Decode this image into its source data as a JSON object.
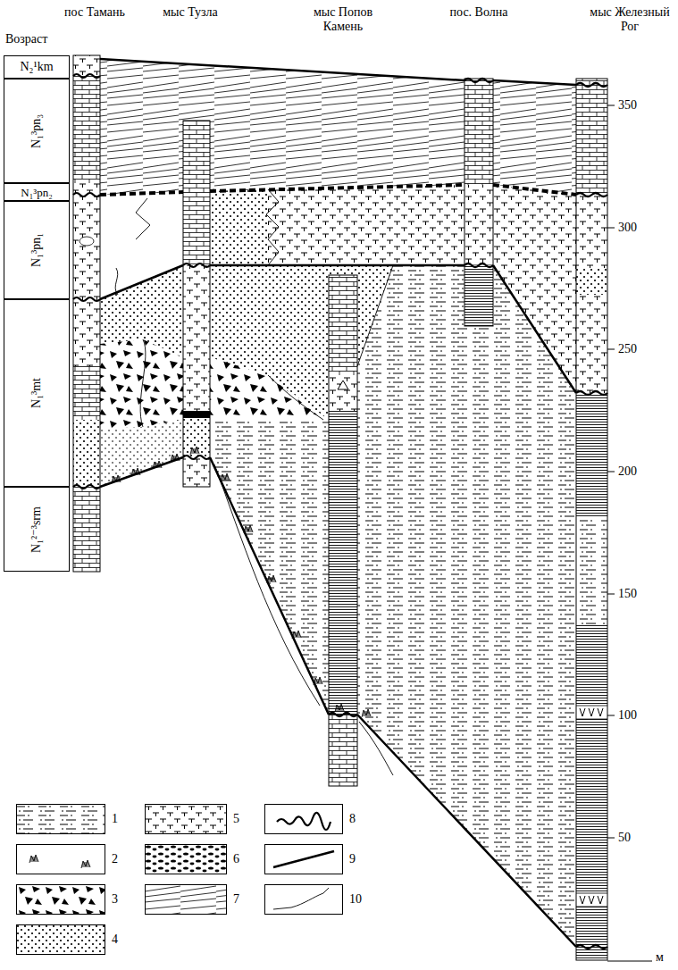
{
  "diagram": {
    "nodes": [
      {
        "text": [
          "N₂¹km"
        ]
      },
      {
        "text": [
          "N₁³pn₃"
        ]
      },
      {
        "text": [
          "N₁³pn₂"
        ]
      },
      {
        "text": [
          "N₁³pn₁"
        ]
      },
      {
        "text": [
          "N₁³mt"
        ]
      },
      {
        "text": [
          "N₁²⁻³srm"
        ]
      }
    ],
    "labels": [
      "Возраст",
      "пос Тамань",
      "мыс Тузла",
      "мыс Попов Камень",
      "пос. Волна",
      "мыс Железный Рог",
      "350",
      "300",
      "250",
      "200",
      "150",
      "100",
      "50",
      "м"
    ],
    "legend": [
      {
        "text": "1"
      },
      {
        "text": "2"
      },
      {
        "text": "3"
      },
      {
        "text": "4"
      },
      {
        "text": "5"
      },
      {
        "text": "6"
      },
      {
        "text": "7"
      },
      {
        "text": "8"
      },
      {
        "text": "9"
      },
      {
        "text": "10"
      }
    ]
  }
}
